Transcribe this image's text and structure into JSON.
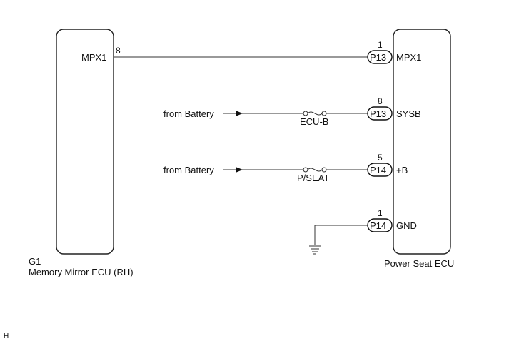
{
  "left_component": {
    "code": "G1",
    "name": "Memory Mirror ECU (RH)",
    "terminals": [
      {
        "name": "MPX1",
        "pin": "8"
      }
    ]
  },
  "right_component": {
    "name": "Power Seat ECU",
    "terminals": [
      {
        "connector": "P13",
        "pin": "1",
        "name": "MPX1"
      },
      {
        "connector": "P13",
        "pin": "8",
        "name": "SYSB"
      },
      {
        "connector": "P14",
        "pin": "5",
        "name": "+B"
      },
      {
        "connector": "P14",
        "pin": "1",
        "name": "GND"
      }
    ]
  },
  "power_sources": [
    {
      "label": "from Battery",
      "fuse": "ECU-B"
    },
    {
      "label": "from Battery",
      "fuse": "P/SEAT"
    }
  ],
  "ground_symbol": "ground-icon",
  "footer_mark": "H"
}
